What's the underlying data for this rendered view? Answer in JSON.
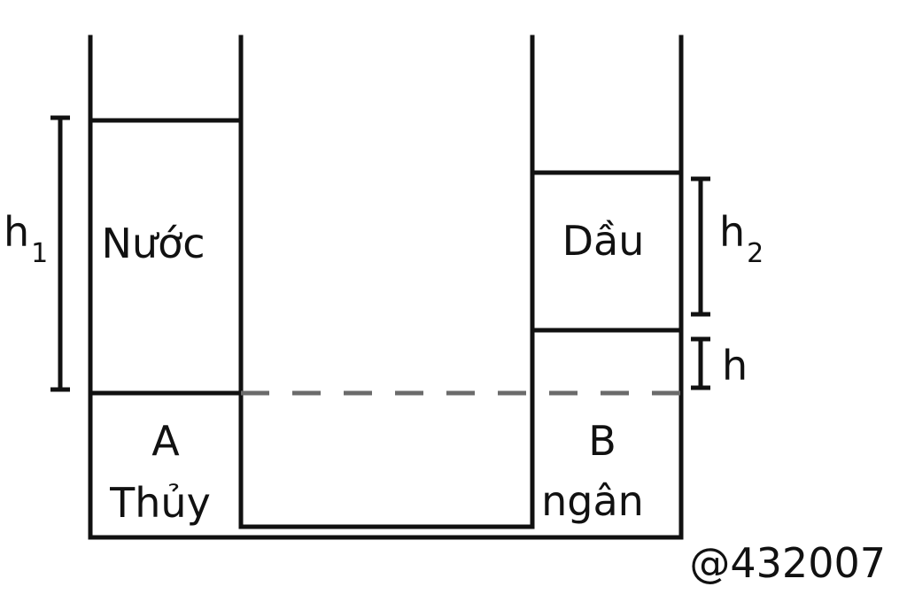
{
  "labels": {
    "water": "Nước",
    "oil": "Dầu",
    "point_a": "A",
    "point_b": "B",
    "mercury_left": "Thủy",
    "mercury_right": "ngân",
    "h1_base": "h",
    "h1_sub": "1",
    "h2_base": "h",
    "h2_sub": "2",
    "h": "h",
    "watermark": "@432007"
  },
  "colors": {
    "stroke": "#111111",
    "dashed": "#6b6b6b"
  }
}
